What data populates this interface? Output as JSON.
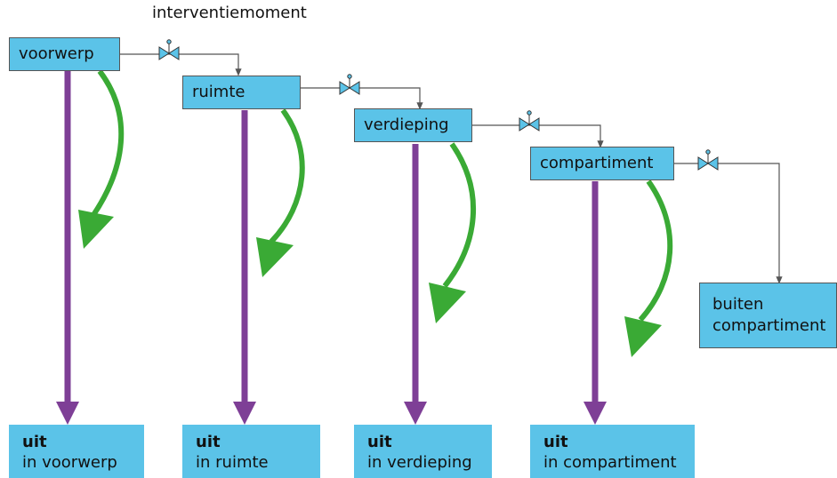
{
  "intervention_label": "interventiemoment",
  "stages": [
    {
      "label": "voorwerp"
    },
    {
      "label": "ruimte"
    },
    {
      "label": "verdieping"
    },
    {
      "label": "compartiment"
    }
  ],
  "outcomes": [
    {
      "line1": "uit",
      "line2": "in voorwerp"
    },
    {
      "line1": "uit",
      "line2": "in ruimte"
    },
    {
      "line1": "uit",
      "line2": "in verdieping"
    },
    {
      "line1": "uit",
      "line2": "in compartiment"
    }
  ],
  "final": {
    "line1": "buiten",
    "line2": "compartiment"
  },
  "colors": {
    "box": "#5bc3e8",
    "purple_arrow": "#7e3f96",
    "green_arrow": "#3aaa35",
    "connector": "#555555"
  }
}
